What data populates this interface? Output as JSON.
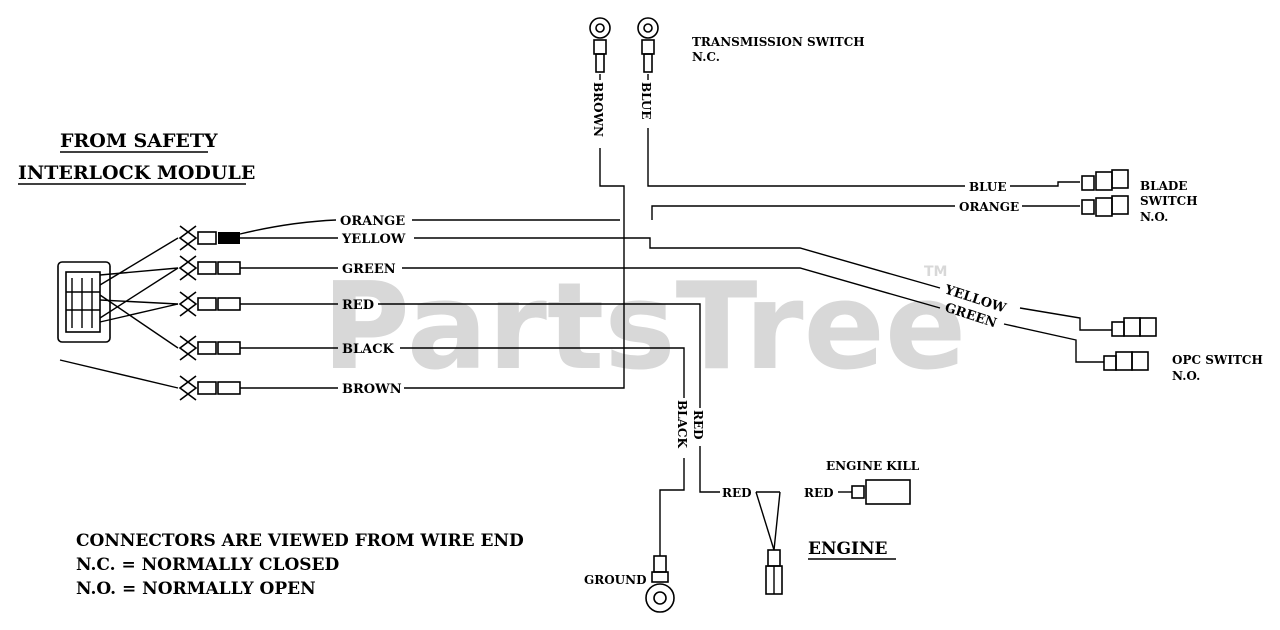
{
  "title": {
    "line1": "FROM SAFETY",
    "line2": "INTERLOCK MODULE"
  },
  "watermark": {
    "text": "PartsTree",
    "mark": "TM"
  },
  "components": {
    "transmission_switch": "TRANSMISSION  SWITCH",
    "transmission_nc": "N.C.",
    "blade_1": "BLADE",
    "blade_2": "SWITCH",
    "blade_3": "N.O.",
    "opc_1": "OPC  SWITCH",
    "opc_2": "N.O.",
    "engine_kill": "ENGINE KILL",
    "engine": "ENGINE",
    "ground": "GROUND"
  },
  "wires": {
    "orange": "ORANGE",
    "yellow": "YELLOW",
    "green": "GREEN",
    "red": "RED",
    "black": "BLACK",
    "brown": "BROWN",
    "blue": "BLUE"
  },
  "notes": {
    "line1": "CONNECTORS ARE VIEWED FROM WIRE END",
    "line2": "N.C. = NORMALLY CLOSED",
    "line3": "N.O. = NORMALLY OPEN"
  }
}
